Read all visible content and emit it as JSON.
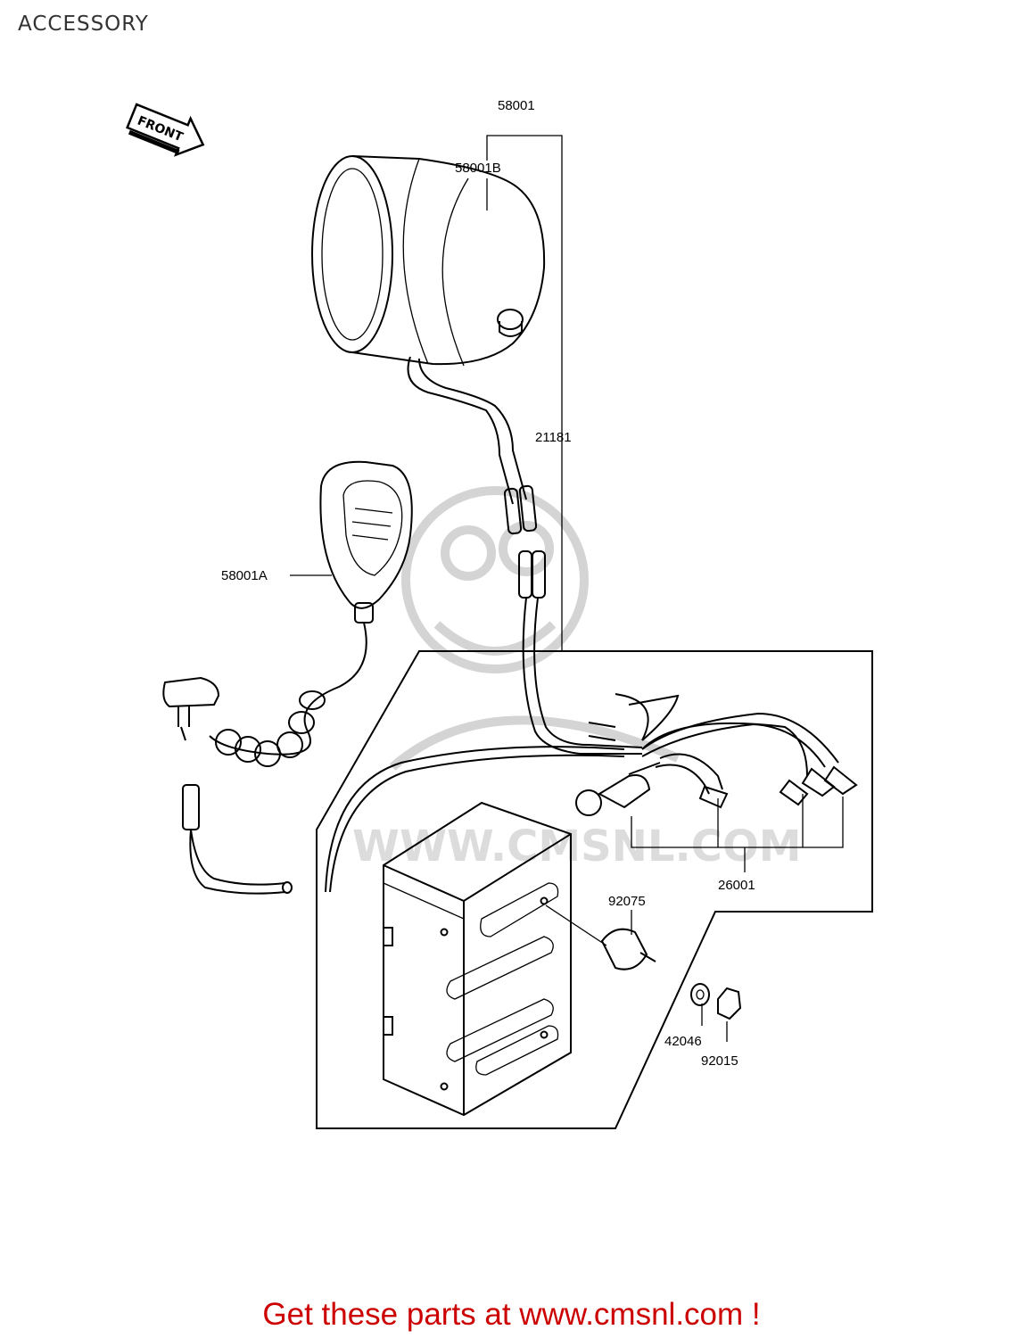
{
  "page": {
    "title": "ACCESSORY"
  },
  "footer": {
    "text": "Get these parts at www.cmsnl.com !"
  },
  "front_arrow": {
    "label": "FRONT"
  },
  "watermark": {
    "text": "WWW.CMSNL.COM"
  },
  "parts": [
    {
      "id": "58001",
      "label": "58001"
    },
    {
      "id": "58001B",
      "label": "58001B"
    },
    {
      "id": "21181",
      "label": "21181"
    },
    {
      "id": "58001A",
      "label": "58001A"
    },
    {
      "id": "92075",
      "label": "92075"
    },
    {
      "id": "26001",
      "label": "26001"
    },
    {
      "id": "42046",
      "label": "42046"
    },
    {
      "id": "92015",
      "label": "92015"
    }
  ]
}
